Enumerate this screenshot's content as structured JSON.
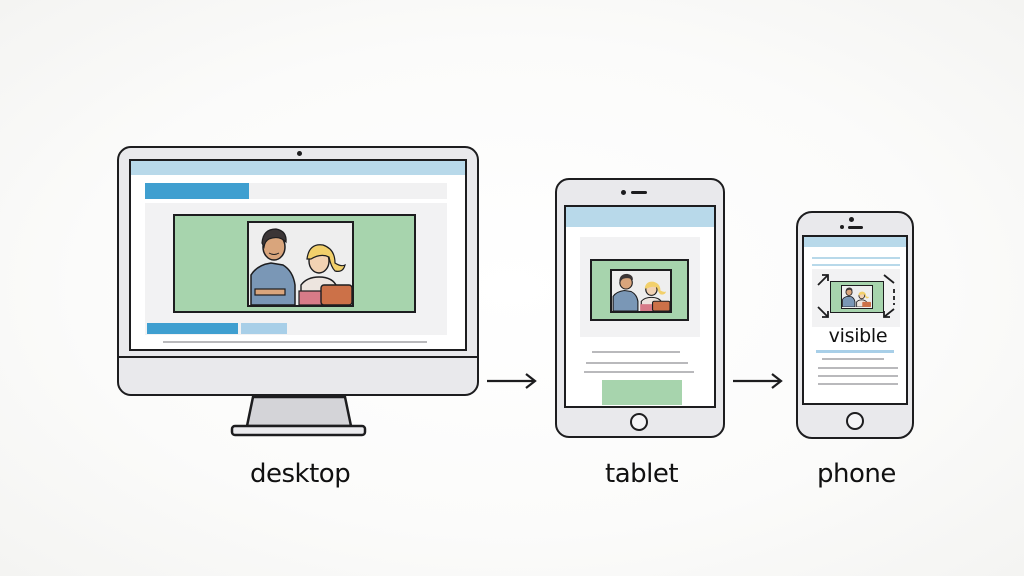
{
  "devices": [
    {
      "id": "desktop",
      "label": "desktop"
    },
    {
      "id": "tablet",
      "label": "tablet"
    },
    {
      "id": "phone",
      "label": "phone",
      "annotation": "visible"
    }
  ],
  "colors": {
    "header_blue_light": "#b8d9ea",
    "bar_blue": "#3f9fd0",
    "bar_blue_light": "#a8cfe8",
    "hero_green": "#a7d4ad",
    "frame_gray": "#e9e9ec",
    "outline": "#1d1d1f"
  }
}
